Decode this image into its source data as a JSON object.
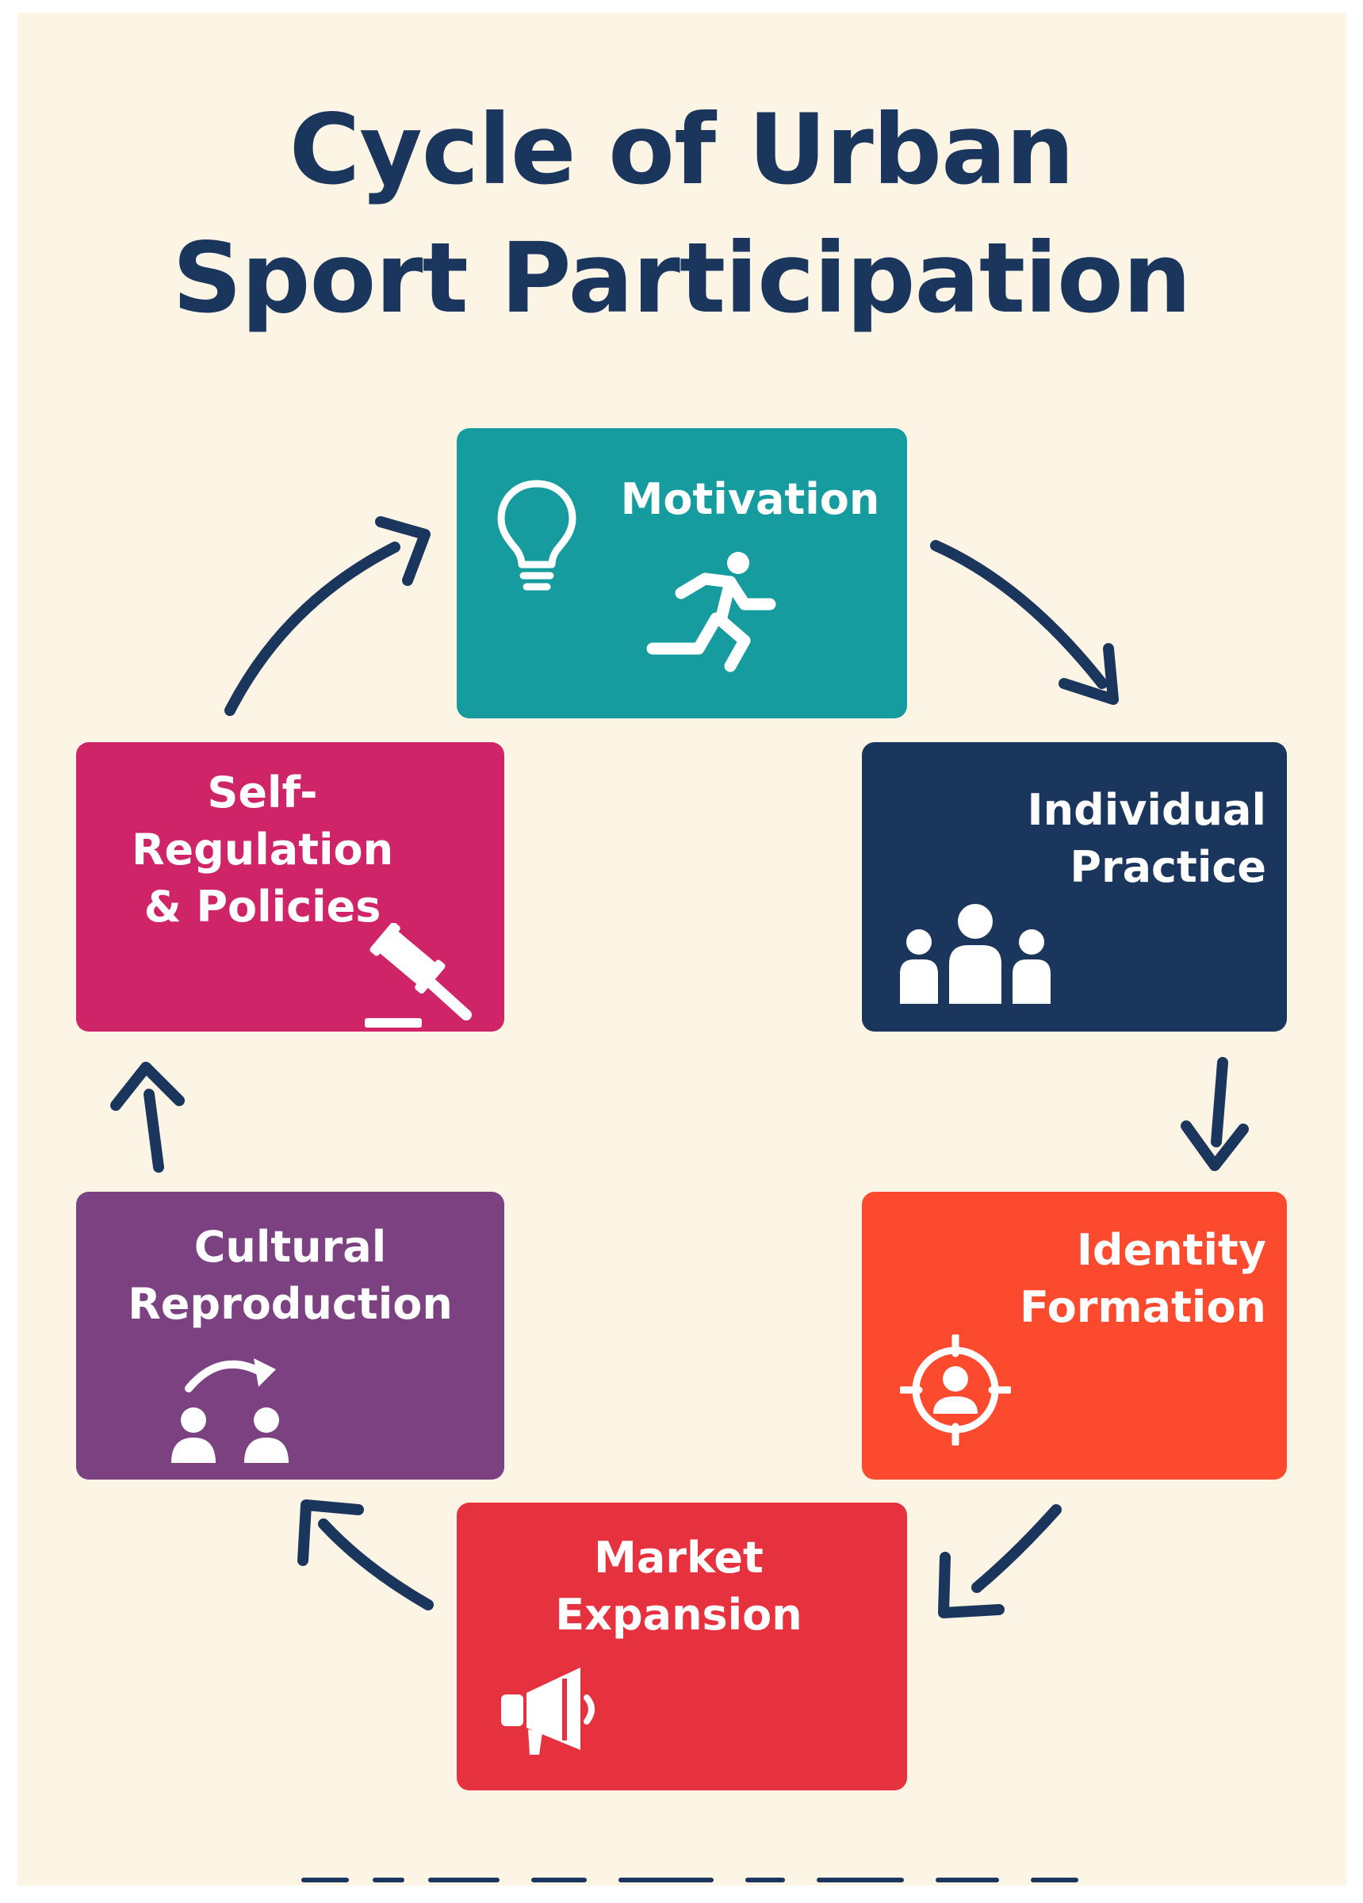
{
  "title": {
    "line1": "Cycle of Urban",
    "line2": "Sport Participation"
  },
  "colors": {
    "background": "#fcf5e6",
    "title": "#1b365d",
    "arrow": "#1b365d",
    "motivation": "#169c9f",
    "individual_practice": "#1b365d",
    "identity_formation": "#fb4a2e",
    "market_expansion": "#e6323e",
    "cultural_reproduction": "#7b4180",
    "self_regulation": "#cf2467"
  },
  "stages": {
    "motivation": {
      "lines": [
        "Motivation"
      ],
      "icons": [
        "lightbulb-icon",
        "runner-icon"
      ]
    },
    "individual_practice": {
      "lines": [
        "Individual",
        "Practice"
      ],
      "icons": [
        "group-icon"
      ]
    },
    "identity_formation": {
      "lines": [
        "Identity",
        "Formation"
      ],
      "icons": [
        "target-person-icon"
      ]
    },
    "market_expansion": {
      "lines": [
        "Market",
        "Expansion"
      ],
      "icons": [
        "megaphone-icon"
      ]
    },
    "cultural_reproduction": {
      "lines": [
        "Cultural",
        "Reproduction"
      ],
      "icons": [
        "transfer-people-icon"
      ]
    },
    "self_regulation": {
      "lines": [
        "Self-",
        "Regulation",
        "& Policies"
      ],
      "icons": [
        "gavel-icon"
      ]
    }
  },
  "flow": [
    "Motivation",
    "Individual Practice",
    "Identity Formation",
    "Market Expansion",
    "Cultural Reproduction",
    "Self-Regulation & Policies"
  ]
}
